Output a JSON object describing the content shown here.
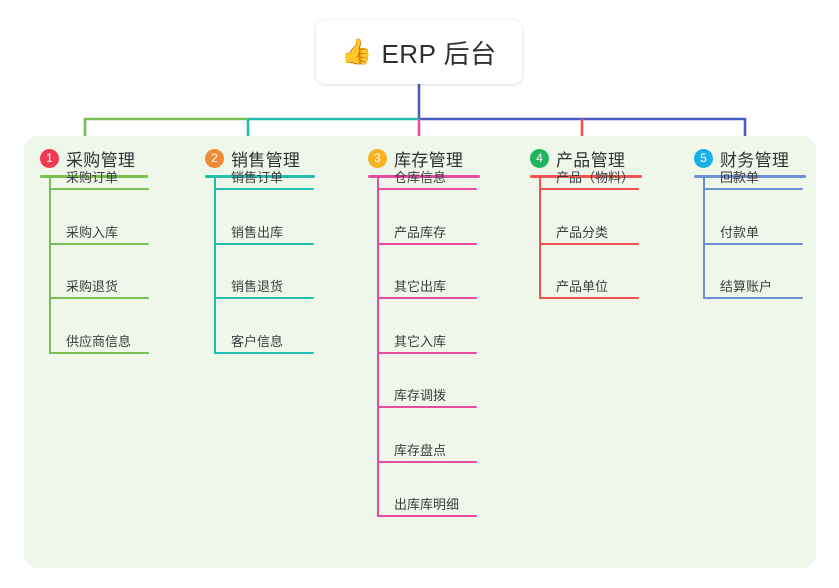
{
  "root": {
    "icon": "thumbs-up-icon",
    "emoji": "👍",
    "title": "ERP 后台"
  },
  "colors": {
    "panel_bg": "#eef7e9",
    "page_bg": "#ffffff",
    "root_connector": "#4a5ec8",
    "text": "#2f3033"
  },
  "columns": [
    {
      "index": "1",
      "title": "采购管理",
      "badge_color": "#ef3b52",
      "line_color": "#79bf52",
      "children": [
        {
          "label": "采购订单"
        },
        {
          "label": "采购入库"
        },
        {
          "label": "采购退货"
        },
        {
          "label": "供应商信息"
        }
      ]
    },
    {
      "index": "2",
      "title": "销售管理",
      "badge_color": "#f08a36",
      "line_color": "#22bfae",
      "children": [
        {
          "label": "销售订单"
        },
        {
          "label": "销售出库"
        },
        {
          "label": "销售退货"
        },
        {
          "label": "客户信息"
        }
      ]
    },
    {
      "index": "3",
      "title": "库存管理",
      "badge_color": "#f5b222",
      "line_color": "#e94ba0",
      "children": [
        {
          "label": "仓库信息"
        },
        {
          "label": "产品库存"
        },
        {
          "label": "其它出库"
        },
        {
          "label": "其它入库"
        },
        {
          "label": "库存调拨"
        },
        {
          "label": "库存盘点"
        },
        {
          "label": "出库库明细"
        }
      ]
    },
    {
      "index": "4",
      "title": "产品管理",
      "badge_color": "#22b560",
      "line_color": "#f2534f",
      "children": [
        {
          "label": "产品（物料）"
        },
        {
          "label": "产品分类"
        },
        {
          "label": "产品单位"
        }
      ]
    },
    {
      "index": "5",
      "title": "财务管理",
      "badge_color": "#19b0e6",
      "line_color": "#6f8ed6",
      "children": [
        {
          "label": "回款单"
        },
        {
          "label": "付款单"
        },
        {
          "label": "结算账户"
        }
      ]
    }
  ]
}
